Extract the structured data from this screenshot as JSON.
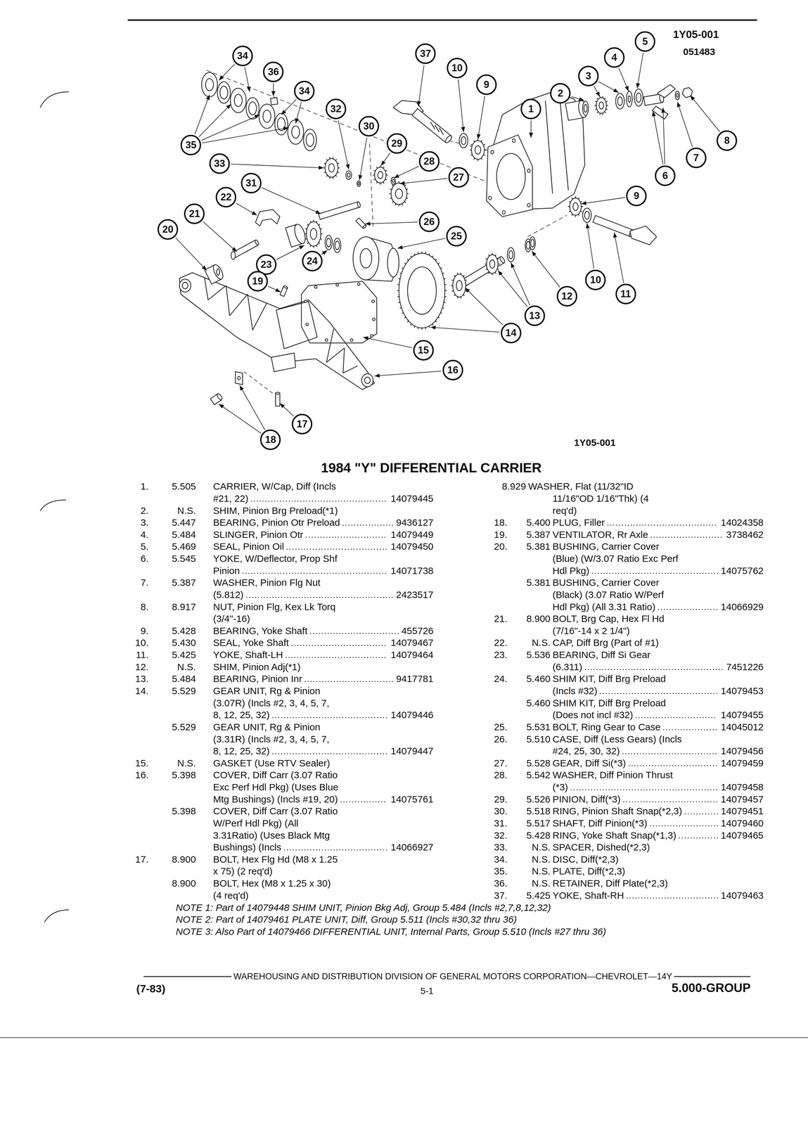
{
  "diagram": {
    "title": "1984 \"Y\" DIFFERENTIAL CARRIER",
    "nodes": [
      {
        "text": [
          "5"
        ]
      },
      {
        "text": [
          "37"
        ]
      },
      {
        "text": [
          "34"
        ]
      },
      {
        "text": [
          "4"
        ]
      },
      {
        "text": [
          "10"
        ]
      },
      {
        "text": [
          "36"
        ]
      },
      {
        "text": [
          "3"
        ]
      },
      {
        "text": [
          "9"
        ]
      },
      {
        "text": [
          "34"
        ]
      },
      {
        "text": [
          "2"
        ]
      },
      {
        "text": [
          "32"
        ]
      },
      {
        "text": [
          "1"
        ]
      },
      {
        "text": [
          "30"
        ]
      },
      {
        "text": [
          "8"
        ]
      },
      {
        "text": [
          "29"
        ]
      },
      {
        "text": [
          "35"
        ]
      },
      {
        "text": [
          "7"
        ]
      },
      {
        "text": [
          "28"
        ]
      },
      {
        "text": [
          "33"
        ]
      },
      {
        "text": [
          "6"
        ]
      },
      {
        "text": [
          "27"
        ]
      },
      {
        "text": [
          "31"
        ]
      },
      {
        "text": [
          "9"
        ]
      },
      {
        "text": [
          "22"
        ]
      },
      {
        "text": [
          "21"
        ]
      },
      {
        "text": [
          "26"
        ]
      },
      {
        "text": [
          "20"
        ]
      },
      {
        "text": [
          "25"
        ]
      },
      {
        "text": [
          "24"
        ]
      },
      {
        "text": [
          "23"
        ]
      },
      {
        "text": [
          "10"
        ]
      },
      {
        "text": [
          "19"
        ]
      },
      {
        "text": [
          "11"
        ]
      },
      {
        "text": [
          "12"
        ]
      },
      {
        "text": [
          "13"
        ]
      },
      {
        "text": [
          "14"
        ]
      },
      {
        "text": [
          "15"
        ]
      },
      {
        "text": [
          "16"
        ]
      },
      {
        "text": [
          "17"
        ]
      },
      {
        "text": [
          "18"
        ]
      }
    ],
    "labels": [
      "1Y05-001",
      "051483",
      "1Y05-001",
      "1.",
      "5.505",
      "CARRIER, W/Cap, Diff (Incls #21, 22)",
      "14079445",
      "2.",
      "N.S.",
      "SHIM, Pinion Brg Preload(*1)",
      "3.",
      "5.447",
      "BEARING, Pinion Otr Preload",
      "9436127",
      "4.",
      "5.484",
      "SLINGER, Pinion Otr",
      "14079449",
      "5.",
      "5.469",
      "SEAL, Pinion Oil",
      "14079450",
      "6.",
      "5.545",
      "YOKE, W/Deflector, Prop Shf Pinion",
      "14071738",
      "7.",
      "5.387",
      "WASHER, Pinion Flg Nut (5.812)",
      "2423517",
      "8.",
      "8.917",
      "NUT, Pinion Flg, Kex Lk Torq (3/4\"-16)",
      "9.",
      "5.428",
      "BEARING, Yoke Shaft",
      "455726",
      "10.",
      "5.430",
      "SEAL, Yoke Shaft",
      "14079467",
      "11.",
      "5.425",
      "YOKE, Shaft-LH",
      "14079464",
      "12.",
      "N.S.",
      "SHIM, Pinion Adj(*1)",
      "13.",
      "5.484",
      "BEARING, Pinion Inr",
      "9417781",
      "14.",
      "5.529",
      "GEAR UNIT, Rg & Pinion (3.07R) (Incls #2, 3, 4, 5, 7, 8, 12, 25, 32)",
      "14079446",
      "5.529",
      "GEAR UNIT, Rg & Pinion (3.31R) (Incls #2, 3, 4, 5, 7, 8, 12, 25, 32)",
      "14079447",
      "15.",
      "N.S.",
      "GASKET (Use RTV Sealer)",
      "16.",
      "5.398",
      "COVER, Diff Carr (3.07 Ratio Exc Perf Hdl Pkg) (Uses Blue Mtg Bushings) (Incls #19, 20)",
      "14075761",
      "5.398",
      "COVER, Diff Carr (3.07 Ratio W/Perf Hdl Pkg) (All 3.31Ratio) (Uses Black Mtg Bushings) (Incls",
      "14066927",
      "17.",
      "8.900",
      "BOLT, Hex Flg Hd (M8 x 1.25 x 75) (2 req'd)",
      "8.900",
      "BOLT, Hex (M8 x 1.25 x 30) (4 req'd)",
      "8.929",
      "WASHER, Flat (11/32\"ID 11/16\"OD 1/16\"Thk) (4 req'd)",
      "18.",
      "5.400",
      "PLUG, Filler",
      "14024358",
      "19.",
      "5.387",
      "VENTILATOR, Rr Axle",
      "3738462",
      "20.",
      "5.381",
      "BUSHING, Carrier Cover (Blue) (W/3.07 Ratio Exc Perf Hdl Pkg)",
      "14075762",
      "5.381",
      "BUSHING, Carrier Cover (Black) (3.07 Ratio W/Perf Hdl Pkg) (All 3.31 Ratio)",
      "14066929",
      "21.",
      "8.900",
      "BOLT, Brg Cap, Hex Fl Hd (7/16\"-14 x 2 1/4\")",
      "22.",
      "N.S.",
      "CAP, Diff Brg (Part of #1)",
      "23.",
      "5.536",
      "BEARING, Diff Si Gear (6.311)",
      "7451226",
      "24.",
      "5.460",
      "SHIM KIT, Diff Brg Preload (Incls #32)",
      "14079453",
      "5.460",
      "SHIM KIT, Diff Brg Preload (Does not incl #32)",
      "14079455",
      "25.",
      "5.531",
      "BOLT, Ring Gear to Case",
      "14045012",
      "26.",
      "5.510",
      "CASE, Diff (Less Gears) (Incls #24, 25, 30, 32)",
      "14079456",
      "27.",
      "5.528",
      "GEAR, Diff Si(*3)",
      "14079459",
      "28.",
      "5.542",
      "WASHER, Diff Pinion Thrust (*3)",
      "14079458",
      "29.",
      "5.526",
      "PINION, Diff(*3)",
      "14079457",
      "30.",
      "5.518",
      "RING, Pinion Shaft Snap(*2,3)",
      "14079451",
      "31.",
      "5.517",
      "SHAFT, Diff Pinion(*3)",
      "14079460",
      "32.",
      "5.428",
      "RING, Yoke Shaft Snap(*1,3)",
      "14079465",
      "33.",
      "N.S.",
      "SPACER, Dished(*2,3)",
      "34.",
      "N.S.",
      "DISC, Diff(*2,3)",
      "35.",
      "N.S.",
      "PLATE, Diff(*2,3)",
      "36.",
      "N.S.",
      "RETAINER, Diff Plate(*2,3)",
      "37.",
      "5.425",
      "YOKE, Shaft-RH",
      "14079463",
      "NOTE 1: Part of 14079448 SHIM UNIT, Pinion Bkg Adj, Group 5.484 (Incls #2,7,8,12,32)",
      "NOTE 2: Part of 14079461 PLATE UNIT, Diff, Group 5.511 (Incls #30,32 thru 36)",
      "NOTE 3: Also Part of 14079466 DIFFERENTIAL UNIT, Internal Parts, Group 5.510 (Incls #27 thru 36)",
      "WAREHOUSING AND DISTRIBUTION DIVISION OF GENERAL MOTORS CORPORATION—CHEVROLET—14Y",
      "(7-83)",
      "5-1",
      "5.000-GROUP"
    ]
  }
}
